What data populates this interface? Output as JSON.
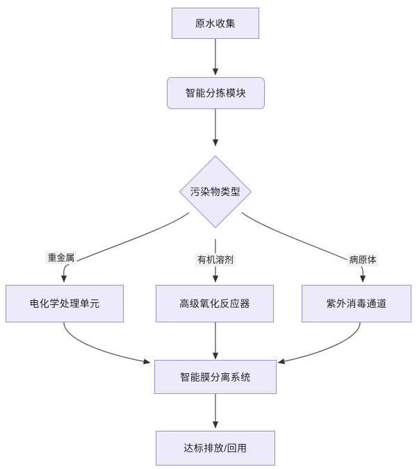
{
  "diagram": {
    "type": "flowchart",
    "direction": "top-to-bottom",
    "title": "",
    "background_color": "#FFFFFF",
    "node_fill_color": "#ECEAFB",
    "node_border_color": "#9A8FD0",
    "edge_color": "#555555",
    "edge_label_background": "#F2F2F2",
    "nodes": [
      {
        "id": "n1",
        "label": "原水收集",
        "shape": "rect"
      },
      {
        "id": "n2",
        "label": "智能分拣模块",
        "shape": "rounded-rect"
      },
      {
        "id": "n3",
        "label": "污染物类型",
        "shape": "diamond"
      },
      {
        "id": "n4",
        "label": "电化学处理单元",
        "shape": "rect"
      },
      {
        "id": "n5",
        "label": "高级氧化反应器",
        "shape": "rect"
      },
      {
        "id": "n6",
        "label": "紫外消毒通道",
        "shape": "rect"
      },
      {
        "id": "n7",
        "label": "智能膜分离系统",
        "shape": "rect"
      },
      {
        "id": "n8",
        "label": "达标排放/回用",
        "shape": "rect"
      }
    ],
    "edges": [
      {
        "from": "n1",
        "to": "n2",
        "label": ""
      },
      {
        "from": "n2",
        "to": "n3",
        "label": ""
      },
      {
        "from": "n3",
        "to": "n4",
        "label": "重金属"
      },
      {
        "from": "n3",
        "to": "n5",
        "label": "有机溶剂"
      },
      {
        "from": "n3",
        "to": "n6",
        "label": "病原体"
      },
      {
        "from": "n4",
        "to": "n7",
        "label": ""
      },
      {
        "from": "n5",
        "to": "n7",
        "label": ""
      },
      {
        "from": "n6",
        "to": "n7",
        "label": ""
      },
      {
        "from": "n7",
        "to": "n8",
        "label": ""
      }
    ],
    "edge_labels": {
      "heavy_metal": "重金属",
      "organic_solvent": "有机溶剂",
      "pathogen": "病原体"
    }
  }
}
